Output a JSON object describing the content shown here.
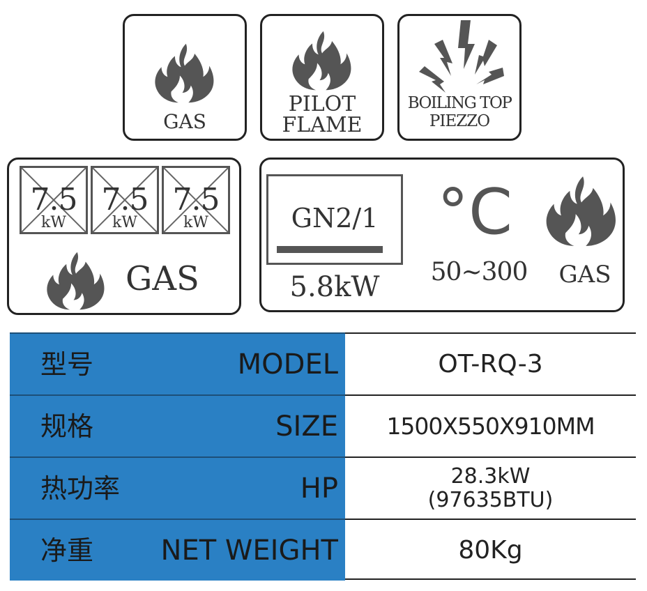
{
  "colors": {
    "header_blue": "#2a80c4",
    "icon_gray": "#555555",
    "border": "#222222"
  },
  "icons": {
    "gas": {
      "label": "GAS",
      "icon": "flame-icon"
    },
    "pilot": {
      "label_line1": "PILOT",
      "label_line2": "FLAME",
      "icon": "flame-icon"
    },
    "boiling": {
      "label_line1": "BOILING TOP",
      "label_line2": "PIEZZO",
      "icon": "spark-icon"
    }
  },
  "burners": {
    "items": [
      {
        "value": "7.5",
        "unit": "kW"
      },
      {
        "value": "7.5",
        "unit": "kW"
      },
      {
        "value": "7.5",
        "unit": "kW"
      }
    ],
    "fuel_label": "GAS"
  },
  "oven": {
    "gn_label": "GN2/1",
    "power": "5.8kW",
    "temp_symbol": "°C",
    "temp_range": "50~300",
    "fuel_label": "GAS"
  },
  "specs": {
    "rows": [
      {
        "cn": "型号",
        "en": "MODEL",
        "value": "OT-RQ-3",
        "value_line2": ""
      },
      {
        "cn": "规格",
        "en": "SIZE",
        "value": "1500X550X910MM",
        "value_line2": ""
      },
      {
        "cn": "热功率",
        "en": "HP",
        "value": "28.3kW",
        "value_line2": "(97635BTU)"
      },
      {
        "cn": "净重",
        "en": "NET WEIGHT",
        "value": "80Kg",
        "value_line2": ""
      }
    ]
  }
}
